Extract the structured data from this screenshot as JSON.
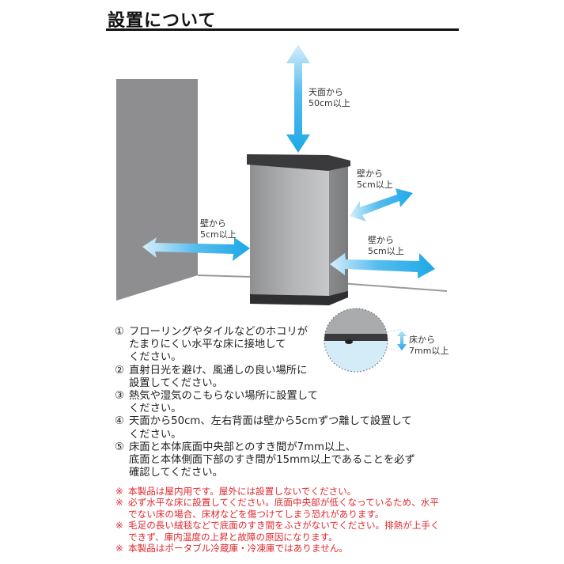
{
  "header": {
    "title": "設置について"
  },
  "diagram": {
    "top_label": [
      "天面から",
      "50cm以上"
    ],
    "left_label": [
      "壁から",
      "5cm以上"
    ],
    "right_back_label": [
      "壁から",
      "5cm以上"
    ],
    "right_side_label": [
      "壁から",
      "5cm以上"
    ],
    "floor_label": [
      "床から",
      "7mm以上"
    ],
    "colors": {
      "arrow": "#1ea8e6",
      "wall": "#8e8e90",
      "body": "#a8a9ab",
      "top_panel": "#3a3a3c",
      "base": "#2f2f31",
      "floor_line": "#9a9a9a"
    }
  },
  "steps": [
    {
      "num": "①",
      "lines": [
        "フローリングやタイルなどのホコリが",
        "たまりにくい水平な床に接地して",
        "ください。"
      ]
    },
    {
      "num": "②",
      "lines": [
        "直射日光を避け、風通しの良い場所に",
        "設置してください。"
      ]
    },
    {
      "num": "③",
      "lines": [
        "熱気や湿気のこもらない場所に設置して",
        "ください。"
      ]
    },
    {
      "num": "④",
      "lines": [
        "天面から50cm、左右背面は壁から5cmずつ離して設置して",
        "ください。"
      ]
    },
    {
      "num": "⑤",
      "lines": [
        "床面と本体底面中央部とのすき間が7mm以上、",
        "底面と本体側面下部のすき間が15mm以上であることを必ず",
        "確認してください。"
      ]
    }
  ],
  "notes": {
    "color": "#e0282e",
    "items": [
      {
        "mark": "※",
        "lines": [
          "本製品は屋内用です。屋外には設置しないでください。"
        ]
      },
      {
        "mark": "※",
        "lines": [
          "必ず水平な床に設置してください。底面中央部が低くなっているため、水平",
          "でない床の場合、床材などを傷つけてしまう恐れがあります。"
        ]
      },
      {
        "mark": "※",
        "lines": [
          "毛足の長い絨毯などで底面のすき間をふさがないでください。排熱が上手く",
          "できず、庫内温度の上昇と故障の原因になります。"
        ]
      },
      {
        "mark": "※",
        "lines": [
          "本製品はポータブル冷蔵庫・冷凍庫ではありません。"
        ]
      }
    ]
  }
}
